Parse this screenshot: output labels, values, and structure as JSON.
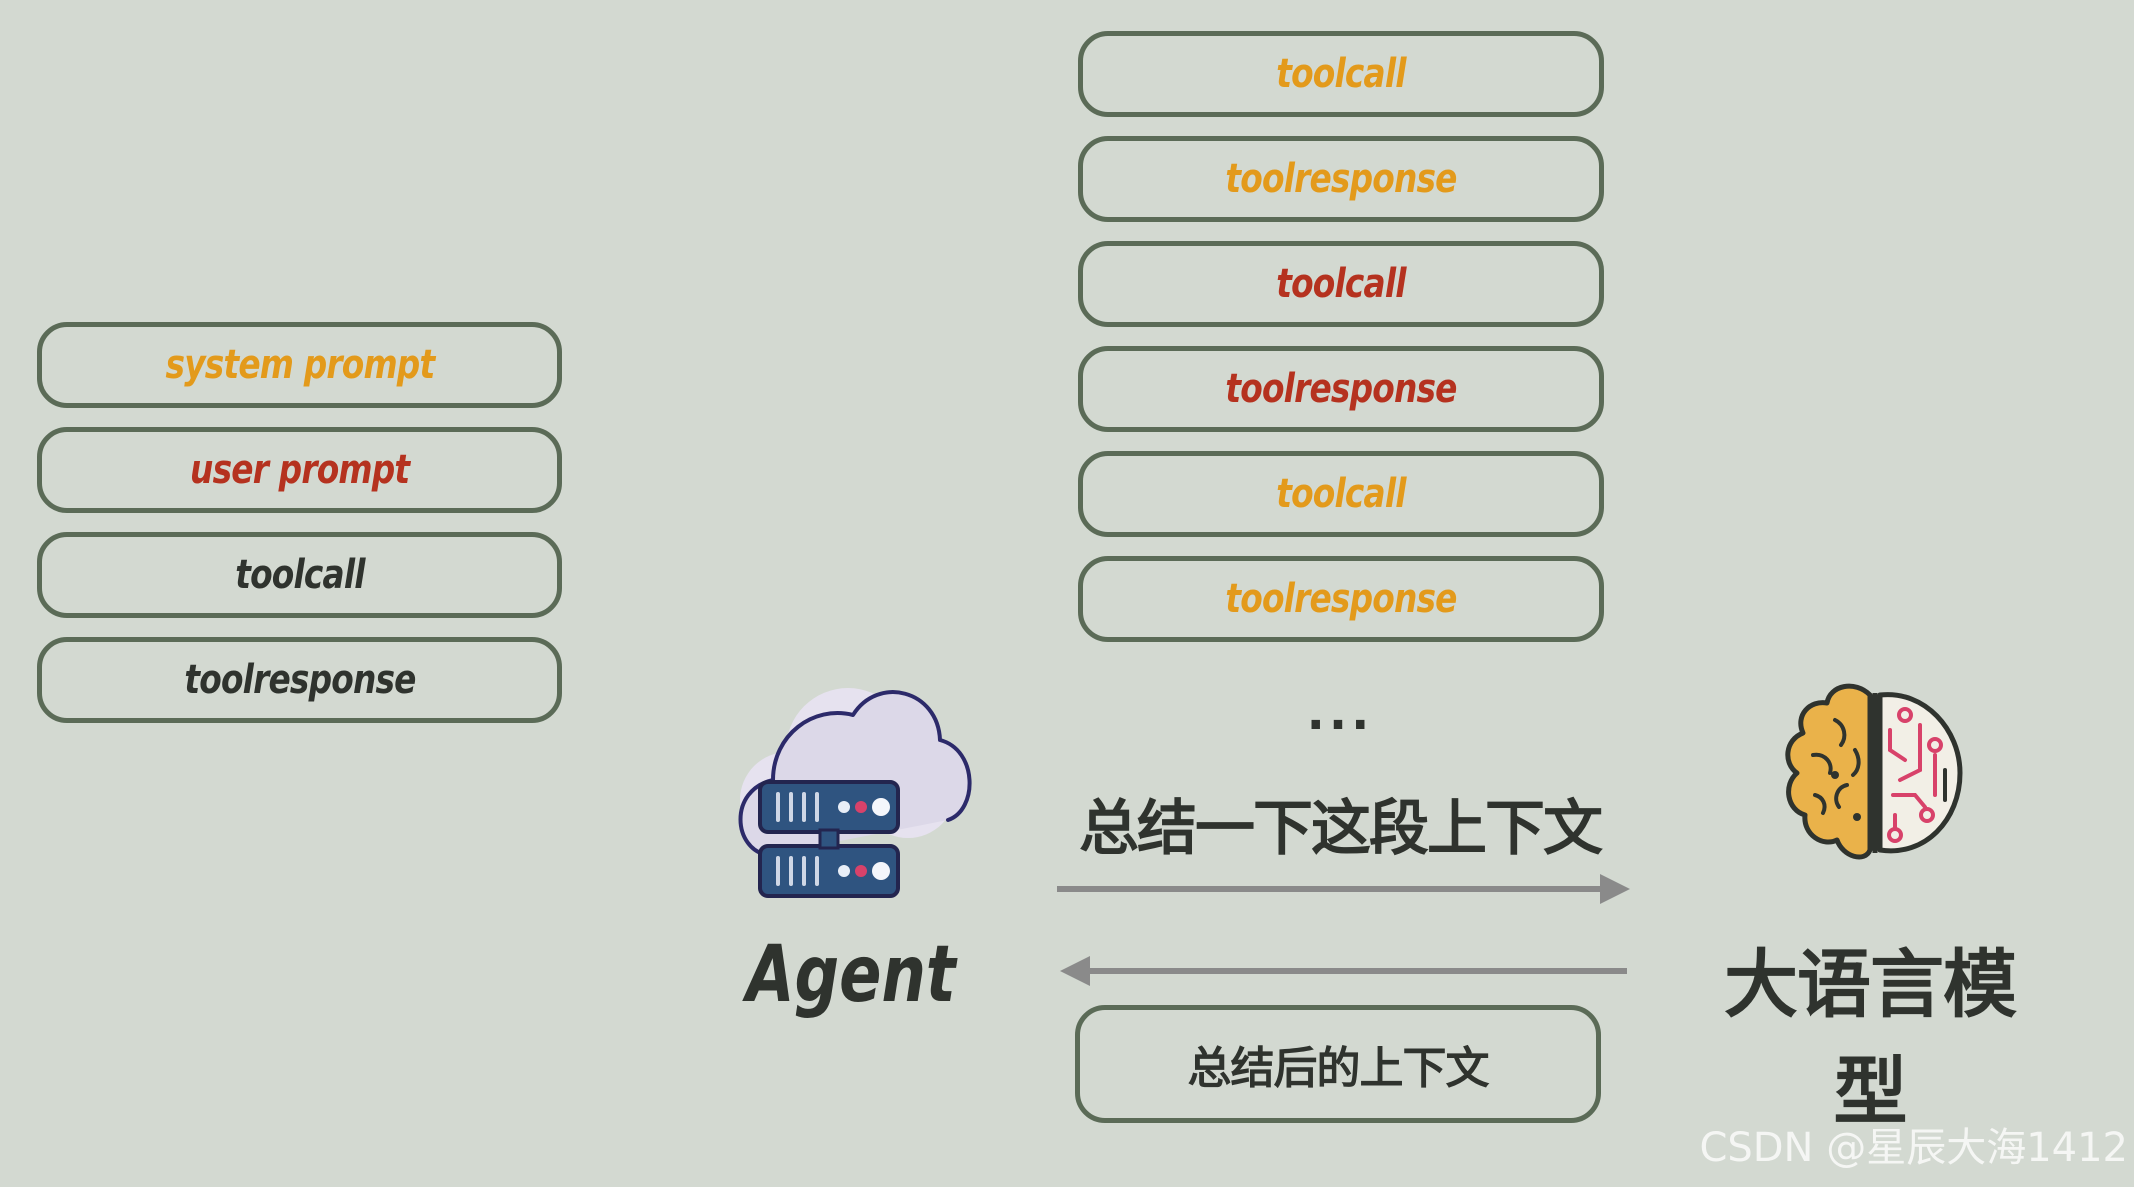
{
  "left_stack": [
    {
      "label": "system prompt",
      "color": "#e39a1b"
    },
    {
      "label": "user prompt",
      "color": "#b5321f"
    },
    {
      "label": "toolcall",
      "color": "#2f332e"
    },
    {
      "label": "toolresponse",
      "color": "#2f332e"
    }
  ],
  "right_stack": [
    {
      "label": "toolcall",
      "color": "#e39a1b"
    },
    {
      "label": "toolresponse",
      "color": "#e39a1b"
    },
    {
      "label": "toolcall",
      "color": "#b5321f"
    },
    {
      "label": "toolresponse",
      "color": "#b5321f"
    },
    {
      "label": "toolcall",
      "color": "#e39a1b"
    },
    {
      "label": "toolresponse",
      "color": "#e39a1b"
    }
  ],
  "ellipsis": "...",
  "forward_arrow_label": "总结一下这段上下文",
  "summary_box_label": "总结后的上下文",
  "agent_label": "Agent",
  "llm_label": "大语言模型",
  "icons": {
    "agent": "cloud-server-icon",
    "llm": "brain-circuit-icon"
  },
  "watermark": "CSDN @星辰大海1412",
  "colors": {
    "background": "#d3d9d1",
    "border": "#5b6b57",
    "orange": "#e39a1b",
    "red": "#b5321f",
    "dark": "#2f332e",
    "arrow": "#8a8a8a"
  }
}
